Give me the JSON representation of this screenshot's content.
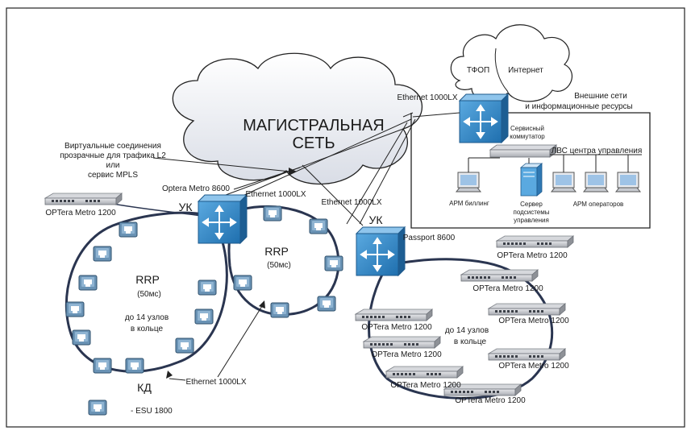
{
  "backbone_cloud": {
    "line1": "МАГИСТРАЛЬНАЯ",
    "line2": "СЕТЬ"
  },
  "external_clouds": {
    "pstn": "ТФОП",
    "internet": "Интернет"
  },
  "external_label": {
    "line1": "Внешние сети",
    "line2": "и информационные ресурсы"
  },
  "core_switch": {
    "link_label": "Ethernet 1000LX"
  },
  "service_switch": {
    "line1": "Сервисный",
    "line2": "коммутатор"
  },
  "lan": {
    "title": "ЛВС центра управления",
    "billing": "АРМ биллинг",
    "server_line1": "Сервер",
    "server_line2": "подсистемы",
    "server_line3": "управления",
    "operators": "АРМ операторов"
  },
  "virtual_note": {
    "line1": "Виртуальные соединения",
    "line2": "прозрачные для трафика L2",
    "line3": "или",
    "line4": "сервис MPLS"
  },
  "node_left": {
    "model": "Optera Metro  8600",
    "role": "УК"
  },
  "node_right": {
    "model": "Passport 8600",
    "role": "УК"
  },
  "links": {
    "left_ring": "Ethernet 1000LX",
    "right_uplink": "Ethernet 1000LX",
    "bottom": "Ethernet 1000LX"
  },
  "ring_left": {
    "title": "RRP",
    "latency": "(50мс)",
    "nodes_line1": "до 14 узлов",
    "nodes_line2": "в кольце"
  },
  "ring_mid": {
    "title": "RRP",
    "latency": "(50мс)"
  },
  "ring_right": {
    "nodes_line1": "до 14 узлов",
    "nodes_line2": "в кольце"
  },
  "kd_label": "КД",
  "legend": {
    "esu": "- ESU 1800"
  },
  "optera_devices": [
    "OPTera Metro 1200",
    "OPTera Metro 1200",
    "OPTera Metro 1200",
    "OPTera Metro 1200",
    "OPTera Metro 1200",
    "OPTera Metro 1200",
    "OPTera Metro 1200",
    "OPTera Metro 1200",
    "OPTera Metro 1200"
  ]
}
